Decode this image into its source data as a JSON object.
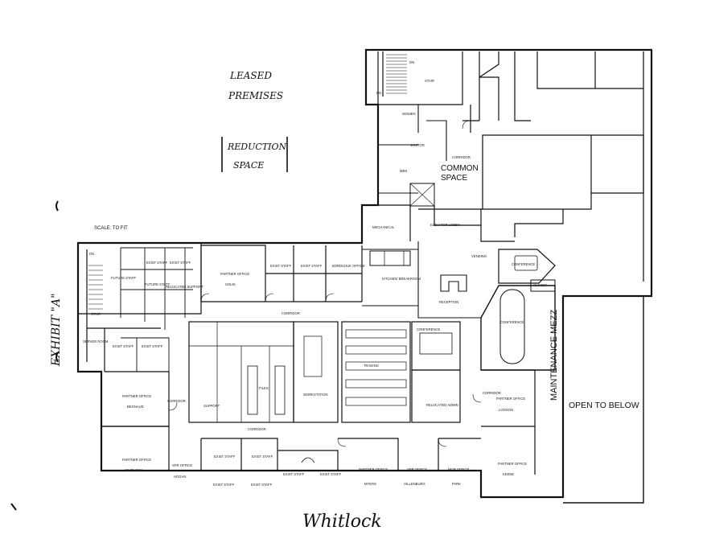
{
  "handwriting": {
    "leased_line1": "LEASED",
    "leased_line2": "PREMISES",
    "reduction_line1": "REDUCTION",
    "reduction_line2": "SPACE",
    "exhibit": "EXHIBIT \"A\"",
    "signature": "Whitlock"
  },
  "scale_note": "SCALE: TO FIT",
  "labels": {
    "common_space_1": "COMMON",
    "common_space_2": "SPACE",
    "maintenance_mezz": "MAINTENANCE MEZZ",
    "open_to_below": "OPEN TO BELOW"
  },
  "rooms": {
    "stair_top": "STAIR",
    "dn1": "DN",
    "dn2": "DN",
    "dn3": "DN",
    "women": "WOMEN",
    "janitor": "JANITOR",
    "men": "MEN",
    "corridor_top": "CORRIDOR",
    "mechanical": "MECHANICAL",
    "elevator_lobby": "ELEVATOR LOBBY",
    "vending": "VENDING",
    "conference_top": "CONFERENCE",
    "closet": "CLOSET",
    "future_staff_1": "FUTURE STAFF",
    "exist_staff_1": "EXIST STAFF",
    "exist_staff_2": "EXIST STAFF",
    "future_staff_2": "FUTURE STAFF",
    "relocated_support": "RELOCATED SUPPORT",
    "stair_left": "STAIR",
    "partner_office_1": "PARTNER OFFICE",
    "partner_name_1": "SOLIN",
    "exist_staff_3": "EXIST STAFF",
    "exist_staff_4": "EXIST STAFF",
    "bordchuk_office": "BORDCHUK OFFICE",
    "kitchen_breakroom": "KITCHEN/ BREAKROOM",
    "reception": "RECEPTION",
    "corridor_mid": "CORRIDOR",
    "conference_mid": "CONFERENCE",
    "conference_right": "CONFERENCE",
    "trading": "TRADING",
    "files": "FILES",
    "workstation": "WORKSTATION",
    "relocated_admin": "RELOCATED ADMIN",
    "corridor_right": "CORRIDOR",
    "partner_office_2": "PARTNER OFFICE",
    "partner_name_2": "LOOSON",
    "partner_office_3": "PARTNER OFFICE",
    "partner_name_3": "BEGNAUD",
    "corridor_left": "CORRIDOR",
    "corridor_bottom": "CORRIDOR",
    "partner_office_4": "PARTNER OFFICE",
    "partner_name_4": "WHITLOCK",
    "spr_office": "SPR OFFICE",
    "spr_name": "HOGAN",
    "exist_staff_5": "EXIST STAFF",
    "exist_staff_6": "EXIST STAFF",
    "exist_staff_7": "EXIST STAFF",
    "exist_staff_8": "EXIST STAFF",
    "exist_staff_9": "EXIST STAFF",
    "exist_staff_10": "EXIST STAFF",
    "partner_office_5": "PARTNER OFFICE",
    "partner_name_5": "MYERS",
    "spr_office_2": "SPR OFFICE",
    "spr_name_2": "HILLENBURG",
    "mgr_office": "MGR OFFICE",
    "mgr_name": "PARK",
    "partner_office_6": "PARTNER OFFICE",
    "partner_name_6": "KEENE",
    "exist_staff_11": "EXIST STAFF",
    "exist_staff_12": "EXIST STAFF",
    "server_room": "SERVER ROOM",
    "support": "SUPPORT"
  }
}
